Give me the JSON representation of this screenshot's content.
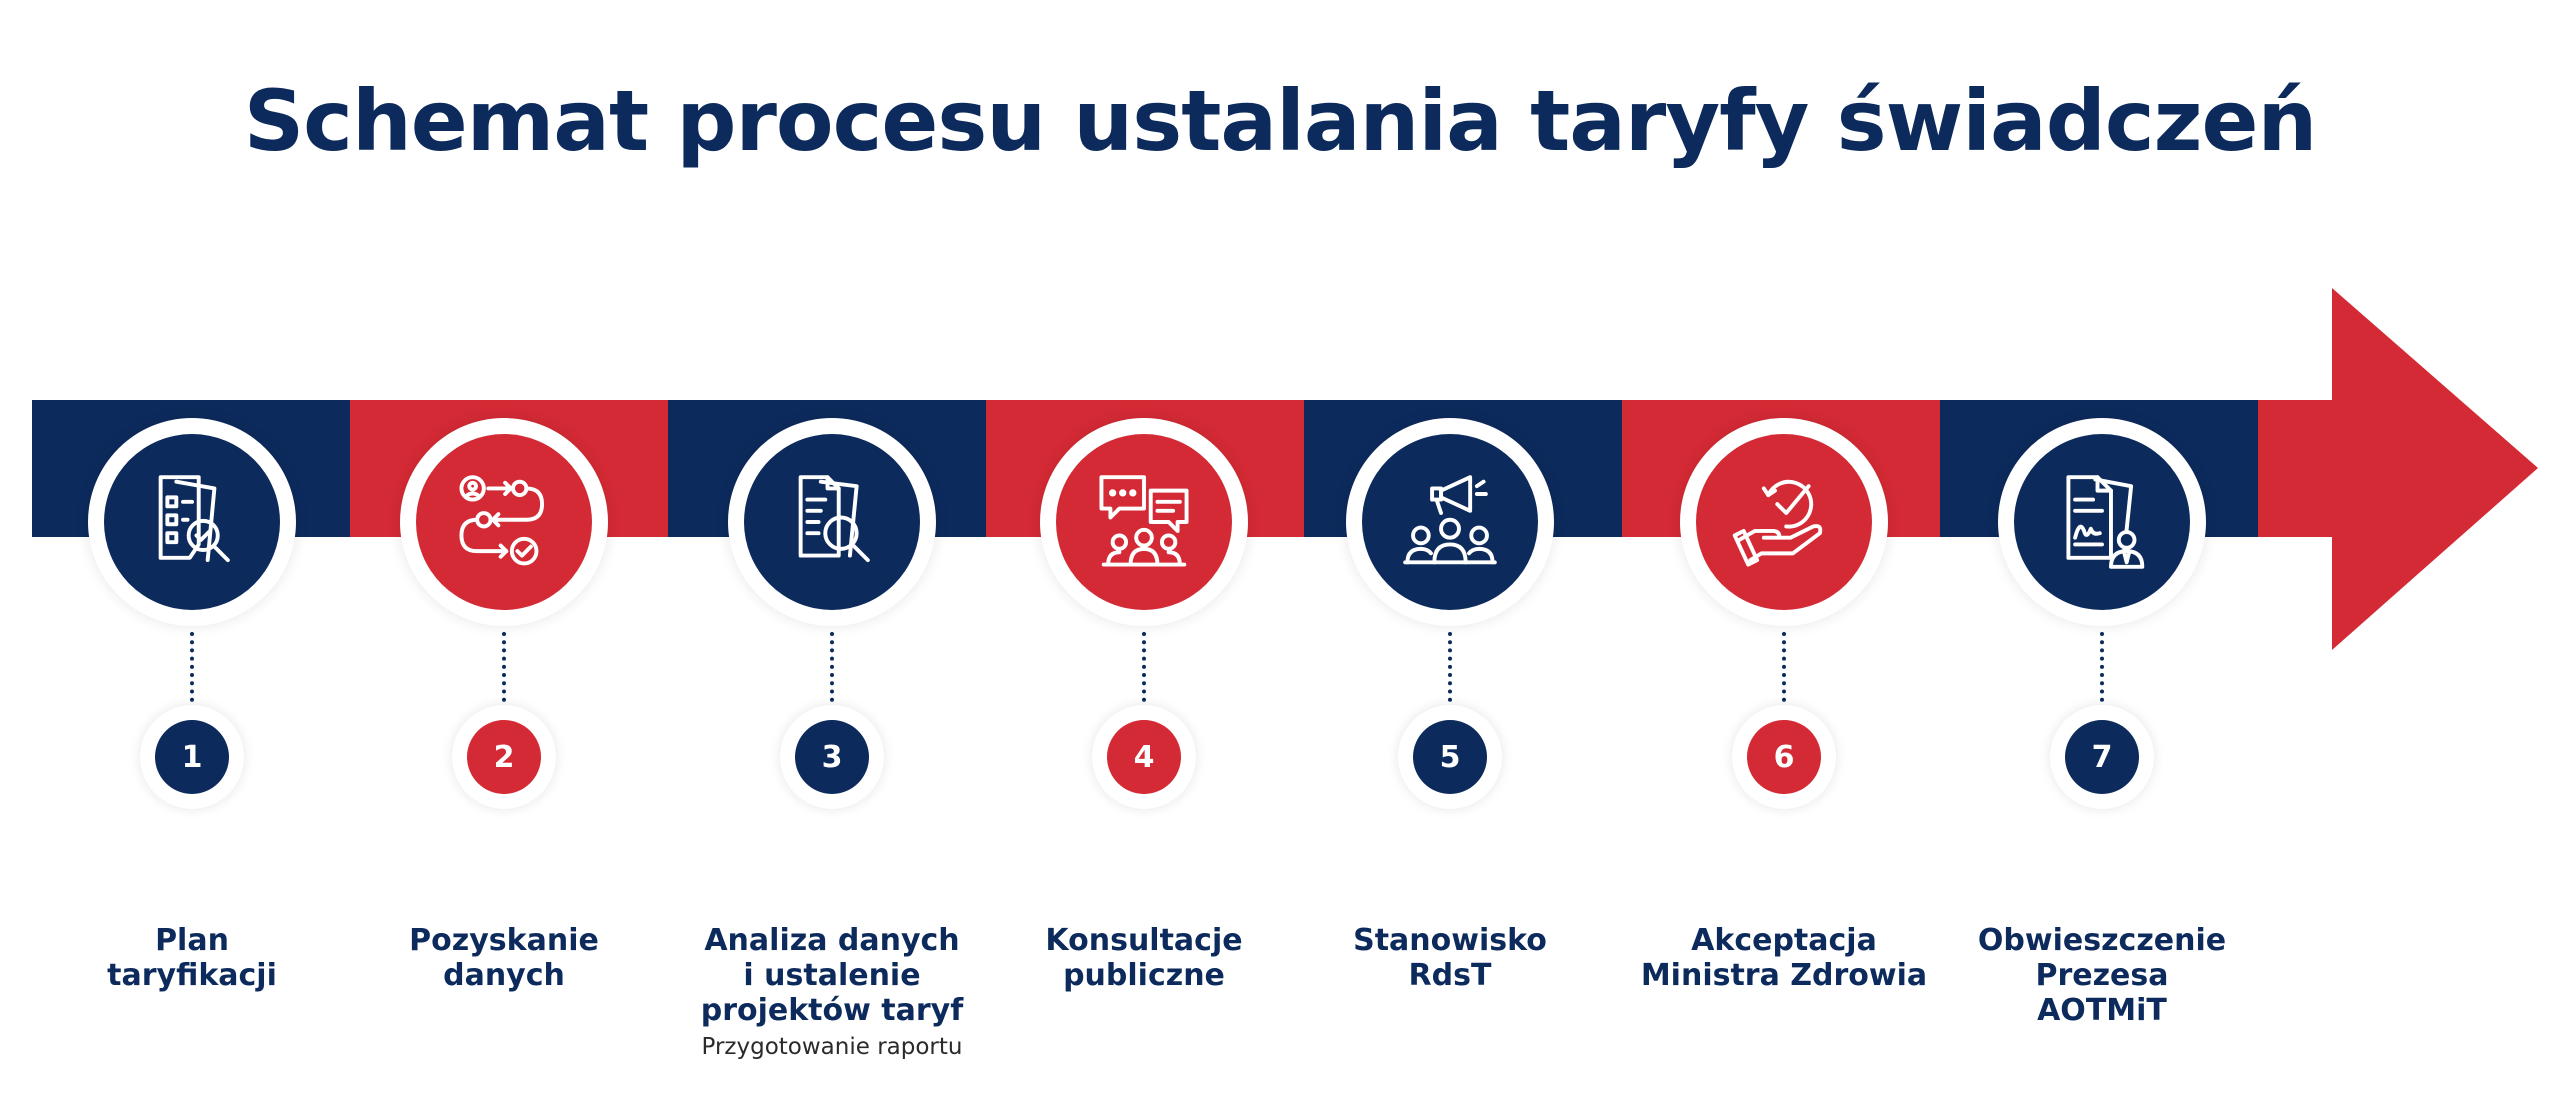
{
  "title": "Schemat procesu ustalania taryfy świadczeń",
  "colors": {
    "navy": "#0c2a5c",
    "red": "#d42a35"
  },
  "steps": [
    {
      "number": "1",
      "label": "Plan\ntaryfikacji",
      "sublabel": "",
      "icon": "document-checklist-search-icon",
      "color": "navy"
    },
    {
      "number": "2",
      "label": "Pozyskanie\ndanych",
      "sublabel": "",
      "icon": "user-flow-check-icon",
      "color": "red"
    },
    {
      "number": "3",
      "label": "Analiza danych\ni ustalenie\nprojektów taryf",
      "sublabel": "Przygotowanie raportu",
      "icon": "document-magnifier-icon",
      "color": "navy"
    },
    {
      "number": "4",
      "label": "Konsultacje\npubliczne",
      "sublabel": "",
      "icon": "chat-group-icon",
      "color": "red"
    },
    {
      "number": "5",
      "label": "Stanowisko\nRdsT",
      "sublabel": "",
      "icon": "megaphone-group-icon",
      "color": "navy"
    },
    {
      "number": "6",
      "label": "Akceptacja\nMinistra Zdrowia",
      "sublabel": "",
      "icon": "hand-check-icon",
      "color": "red"
    },
    {
      "number": "7",
      "label": "Obwieszczenie\nPrezesa\nAOTMiT",
      "sublabel": "",
      "icon": "document-signature-person-icon",
      "color": "navy"
    }
  ]
}
